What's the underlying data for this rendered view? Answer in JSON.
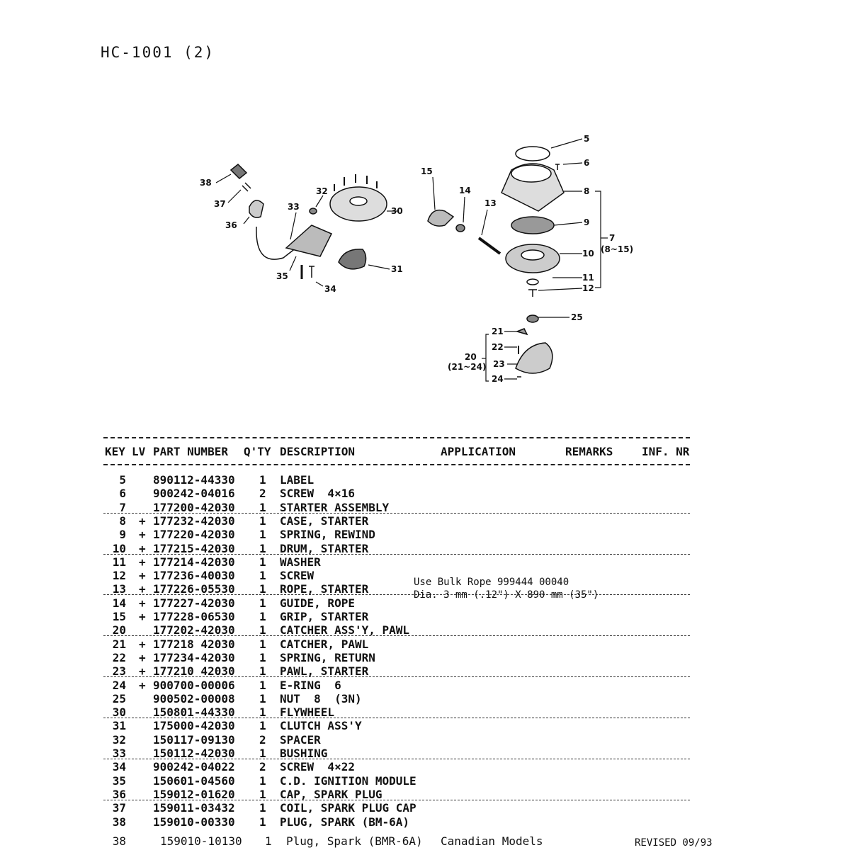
{
  "doc_title": "HC-1001  (2)",
  "diagram": {
    "callouts": [
      "5",
      "6",
      "8",
      "9",
      "10",
      "11",
      "12",
      "7",
      "(8~15)",
      "15",
      "14",
      "13",
      "32",
      "30",
      "31",
      "33",
      "34",
      "35",
      "36",
      "37",
      "38",
      "25",
      "21",
      "22",
      "20",
      "(21~24)",
      "23",
      "24"
    ]
  },
  "table": {
    "headers": {
      "key": "KEY",
      "lv": "LV",
      "part_number": "PART NUMBER",
      "qty": "Q'TY",
      "description": "DESCRIPTION",
      "application": "APPLICATION",
      "remarks": "REMARKS",
      "inf_nr": "INF. NR"
    },
    "rows": [
      {
        "key": "5",
        "lv": "",
        "pn": "890112-44330",
        "qty": "1",
        "desc": "LABEL",
        "group": false
      },
      {
        "key": "6",
        "lv": "",
        "pn": "900242-04016",
        "qty": "2",
        "desc": "SCREW  4×16",
        "group": false
      },
      {
        "key": "7",
        "lv": "",
        "pn": "177200-42030",
        "qty": "1",
        "desc": "STARTER ASSEMBLY",
        "group": true
      },
      {
        "key": "8",
        "lv": "+",
        "pn": "177232-42030",
        "qty": "1",
        "desc": "CASE, STARTER",
        "group": false
      },
      {
        "key": "9",
        "lv": "+",
        "pn": "177220-42030",
        "qty": "1",
        "desc": "SPRING, REWIND",
        "group": false
      },
      {
        "key": "10",
        "lv": "+",
        "pn": "177215-42030",
        "qty": "1",
        "desc": "DRUM, STARTER",
        "group": true
      },
      {
        "key": "11",
        "lv": "+",
        "pn": "177214-42030",
        "qty": "1",
        "desc": "WASHER",
        "group": false
      },
      {
        "key": "12",
        "lv": "+",
        "pn": "177236-40030",
        "qty": "1",
        "desc": "SCREW",
        "group": false
      },
      {
        "key": "13",
        "lv": "+",
        "pn": "177226-05530",
        "qty": "1",
        "desc": "ROPE, STARTER",
        "group": true
      },
      {
        "key": "14",
        "lv": "+",
        "pn": "177227-42030",
        "qty": "1",
        "desc": "GUIDE, ROPE",
        "group": false
      },
      {
        "key": "15",
        "lv": "+",
        "pn": "177228-06530",
        "qty": "1",
        "desc": "GRIP, STARTER",
        "group": false
      },
      {
        "key": "20",
        "lv": "",
        "pn": "177202-42030",
        "qty": "1",
        "desc": "CATCHER ASS'Y, PAWL",
        "group": true
      },
      {
        "key": "21",
        "lv": "+",
        "pn": "177218 42030",
        "qty": "1",
        "desc": "CATCHER, PAWL",
        "group": false
      },
      {
        "key": "22",
        "lv": "+",
        "pn": "177234-42030",
        "qty": "1",
        "desc": "SPRING, RETURN",
        "group": false
      },
      {
        "key": "23",
        "lv": "+",
        "pn": "177210 42030",
        "qty": "1",
        "desc": "PAWL, STARTER",
        "group": true
      },
      {
        "key": "24",
        "lv": "+",
        "pn": "900700-00006",
        "qty": "1",
        "desc": "E-RING  6",
        "group": false
      },
      {
        "key": "25",
        "lv": "",
        "pn": "900502-00008",
        "qty": "1",
        "desc": "NUT  8  (3N)",
        "group": false
      },
      {
        "key": "30",
        "lv": "",
        "pn": "150801-44330",
        "qty": "1",
        "desc": "FLYWHEEL",
        "group": true
      },
      {
        "key": "31",
        "lv": "",
        "pn": "175000-42030",
        "qty": "1",
        "desc": "CLUTCH ASS'Y",
        "group": false
      },
      {
        "key": "32",
        "lv": "",
        "pn": "150117-09130",
        "qty": "2",
        "desc": "SPACER",
        "group": false
      },
      {
        "key": "33",
        "lv": "",
        "pn": "150112-42030",
        "qty": "1",
        "desc": "BUSHING",
        "group": true
      },
      {
        "key": "34",
        "lv": "",
        "pn": "900242-04022",
        "qty": "2",
        "desc": "SCREW  4×22",
        "group": false
      },
      {
        "key": "35",
        "lv": "",
        "pn": "150601-04560",
        "qty": "1",
        "desc": "C.D. IGNITION MODULE",
        "group": false
      },
      {
        "key": "36",
        "lv": "",
        "pn": "159012-01620",
        "qty": "1",
        "desc": "CAP, SPARK PLUG",
        "group": true
      },
      {
        "key": "37",
        "lv": "",
        "pn": "159011-03432",
        "qty": "1",
        "desc": "COIL, SPARK PLUG CAP",
        "group": false
      },
      {
        "key": "38",
        "lv": "",
        "pn": "159010-00330",
        "qty": "1",
        "desc": "PLUG, SPARK (BM-6A)",
        "group": false
      }
    ],
    "rope_note": {
      "line1": "Use Bulk Rope 999444 00040",
      "line2": "Dia. 3 mm (.12\") X 890 mm (35\")"
    },
    "last_row": {
      "key": "38",
      "pn": "159010-10130",
      "qty": "1",
      "desc": "Plug, Spark (BMR-6A)",
      "application": "Canadian Models"
    }
  },
  "footer": {
    "revised": "REVISED 09/93"
  }
}
